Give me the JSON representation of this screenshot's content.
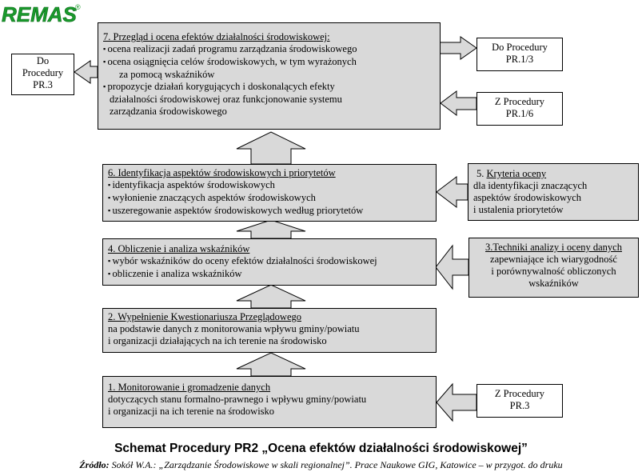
{
  "logo": {
    "text": "REMAS",
    "mark": "®",
    "color": "#1a9a2c"
  },
  "box7": {
    "title": "7. Przegląd i ocena  efektów działalności  środowiskowej:",
    "lines": [
      "ocena  realizacji zadań programu zarządzania  środowiskowego",
      "ocena osiągnięcia celów środowiskowych, w tym wyrażonych",
      "za pomocą wskaźników",
      "propozycje działań korygujących i doskonalących  efekty",
      "działalności środowiskowej oraz funkcjonowanie systemu",
      "zarządzania środowiskowego"
    ]
  },
  "box6": {
    "title": "6. Identyfikacja aspektów środowiskowych i priorytetów",
    "lines": [
      "identyfikacja aspektów środowiskowych",
      "wyłonienie znaczących aspektów środowiskowych",
      "uszeregowanie aspektów środowiskowych według priorytetów"
    ]
  },
  "box4": {
    "title": "4. Obliczenie  i analiza wskaźników",
    "lines": [
      "wybór  wskaźników do oceny efektów działalności środowiskowej",
      "obliczenie i analiza wskaźników"
    ]
  },
  "box2": {
    "title": "2. Wypełnienie Kwestionariusza Przeglądowego",
    "lines": [
      "na podstawie danych z monitorowania wpływu gminy/powiatu",
      "i organizacji działających na ich terenie na środowisko"
    ]
  },
  "box1": {
    "title": "1. Monitorowanie i gromadzenie danych",
    "lines": [
      "dotyczących stanu formalno-prawnego i wpływu gminy/powiatu",
      "i organizacji na ich terenie na środowisko"
    ]
  },
  "box5": {
    "number": "5.",
    "title": "Kryteria oceny",
    "lines": [
      "dla identyfikacji znaczących",
      "aspektów środowiskowych",
      "i ustalenia priorytetów"
    ]
  },
  "box3": {
    "title": "3.Techniki  analizy i oceny danych",
    "lines": [
      "zapewniające ich wiarygodność",
      "i porównywalność obliczonych",
      "wskaźników"
    ]
  },
  "refs": {
    "left_pr3": [
      "Do",
      "Procedury",
      "PR.3"
    ],
    "out_pr13": [
      "Do Procedury",
      "PR.1/3"
    ],
    "in_pr16": [
      "Z Procedury",
      "PR.1/6"
    ],
    "in_pr3": [
      "Z Procedury",
      "PR.3"
    ]
  },
  "caption": "Schemat Procedury PR2 „Ocena efektów działalności środowiskowej”",
  "source": {
    "label": "Źródło:",
    "text": " Sokół W.A.: „Zarządzanie Środowiskowe w skali regionalnej”. Prace Naukowe GIG, Katowice – w przygot. do druku"
  }
}
